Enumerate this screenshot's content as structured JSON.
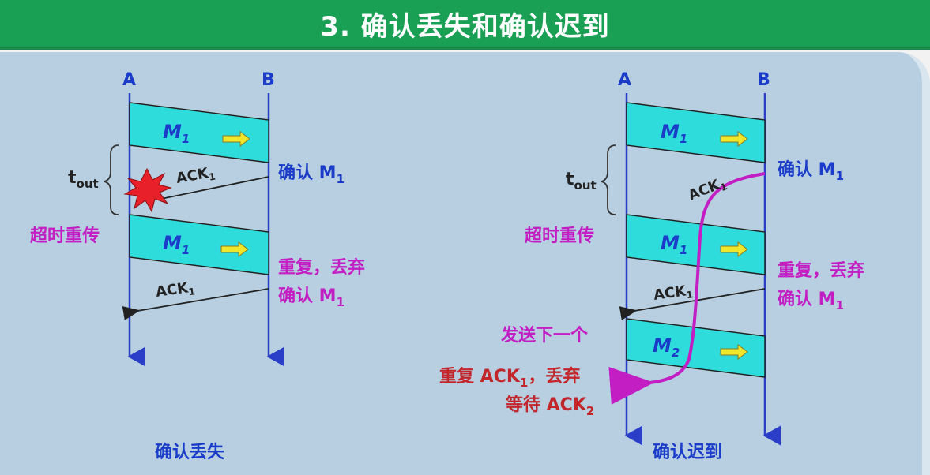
{
  "title": "3. 确认丢失和确认迟到",
  "node_a": "A",
  "node_b": "B",
  "frame_m": "M",
  "frame_m_sub1": "1",
  "frame_m_sub2": "2",
  "ack": "ACK",
  "ack_sub1": "1",
  "ack_sub2": "2",
  "t_out": "t",
  "t_out_sub": "out",
  "confirm_m1": "确认 M",
  "timeout_resend": "超时重传",
  "dup_discard": "重复，丢弃",
  "send_next": "发送下一个",
  "dup_ack_prefix": "重复 ACK",
  "dup_ack_suffix": "，丢弃",
  "wait_ack_prefix": "等待 ACK",
  "caption_left": "确认丢失",
  "caption_right": "确认迟到",
  "colors": {
    "title_bg": "#1aa055",
    "panel_bg": "#b7cfe0",
    "frame_fill": "#2fdcdc",
    "timeline": "#2a3ec8",
    "magenta": "#c21ec4",
    "red": "#c2262b",
    "blue": "#1a3cc8",
    "arrow_yellow": "#f0e62a"
  }
}
